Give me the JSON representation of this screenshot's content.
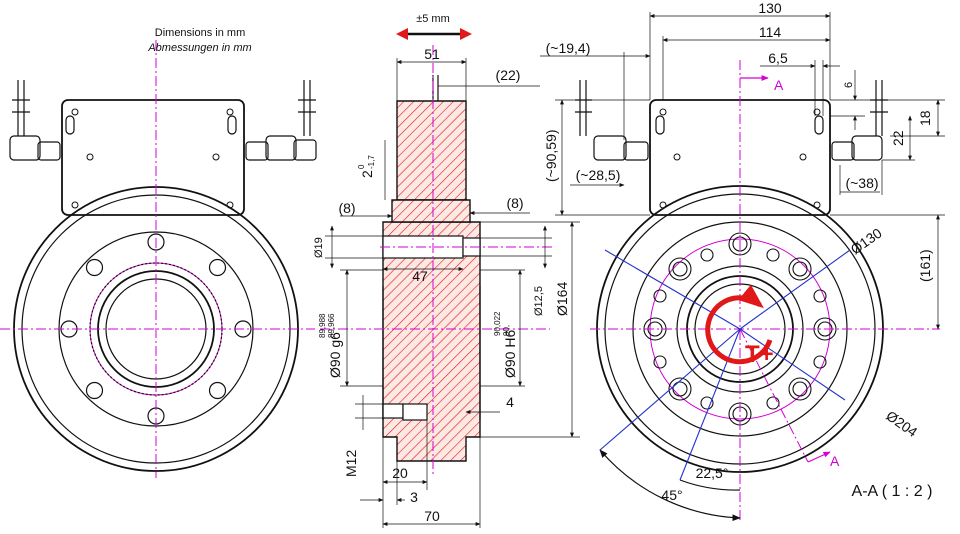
{
  "header": {
    "units_en": "Dimensions in mm",
    "units_de": "Abmessungen in mm"
  },
  "section_view": {
    "tolerance_arrow": "±5 mm",
    "dims": {
      "width_51": "51",
      "width_22": "(22)",
      "d_2": "2",
      "d_2_tol_upper": "0",
      "d_2_tol_lower": "-1,7",
      "d_8_left": "(8)",
      "d_8_right": "(8)",
      "dia_19": "Ø19",
      "d_47": "47",
      "dia_12_5": "Ø12,5",
      "dia_164": "Ø164",
      "dia_90_g6": "Ø90 g6",
      "g6_upper": "89,988",
      "g6_lower": "89,966",
      "dia_90_H6": "Ø90 H6",
      "H6_upper": "90,022",
      "H6_lower": "90,",
      "d_4": "4",
      "thread_m12": "M12",
      "d_20": "20",
      "d_3": "3",
      "d_70": "70"
    }
  },
  "right_view": {
    "dims": {
      "d_130": "130",
      "d_114": "114",
      "d_19_4": "(~19,4)",
      "d_6_5": "6,5",
      "d_6": "6",
      "d_18": "18",
      "d_22": "22",
      "d_90_59": "(~90,59)",
      "d_28_5": "(~28,5)",
      "d_38": "(~38)",
      "d_161": "(161)",
      "dia_130": "Ø130",
      "dia_204": "Ø204",
      "angle_22_5": "22,5°",
      "angle_45": "45°"
    },
    "section_marker": "A",
    "torque_label": "T+",
    "section_caption": "A-A ( 1 : 2 )"
  },
  "colors": {
    "centerline": "#d400d4",
    "section_hatch": "#e01818",
    "construction": "#2233cc",
    "outline": "#111111"
  },
  "icons": {
    "torque_direction": "circular-arrow-icon",
    "tolerance_direction": "double-arrow-icon"
  }
}
